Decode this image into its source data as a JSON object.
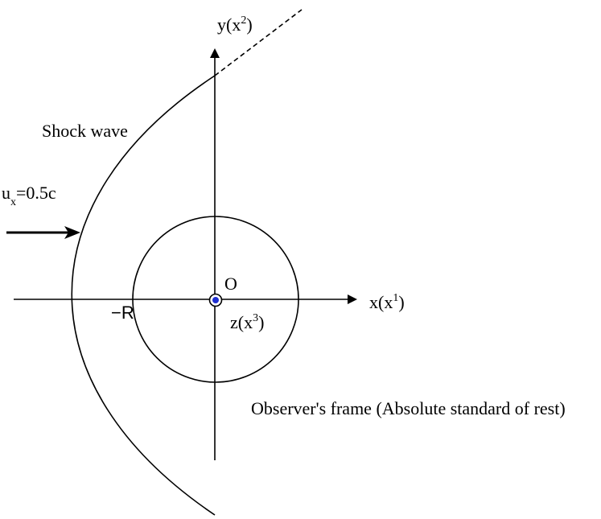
{
  "labels": {
    "y_axis": "y(x",
    "y_axis_sup": "2",
    "y_axis_close": ")",
    "x_axis": "x(x",
    "x_axis_sup": "1",
    "x_axis_close": ")",
    "z_axis": "z(x",
    "z_axis_sup": "3",
    "z_axis_close": ")",
    "origin": "O",
    "radius": "−R",
    "shock": "Shock wave",
    "velocity_u": "u",
    "velocity_sub": "x",
    "velocity_value": "=0.5c",
    "frame": "Observer's frame (Absolute standard of rest)"
  },
  "colors": {
    "ink": "#000000",
    "origin_dot": "#1f2fd1"
  }
}
